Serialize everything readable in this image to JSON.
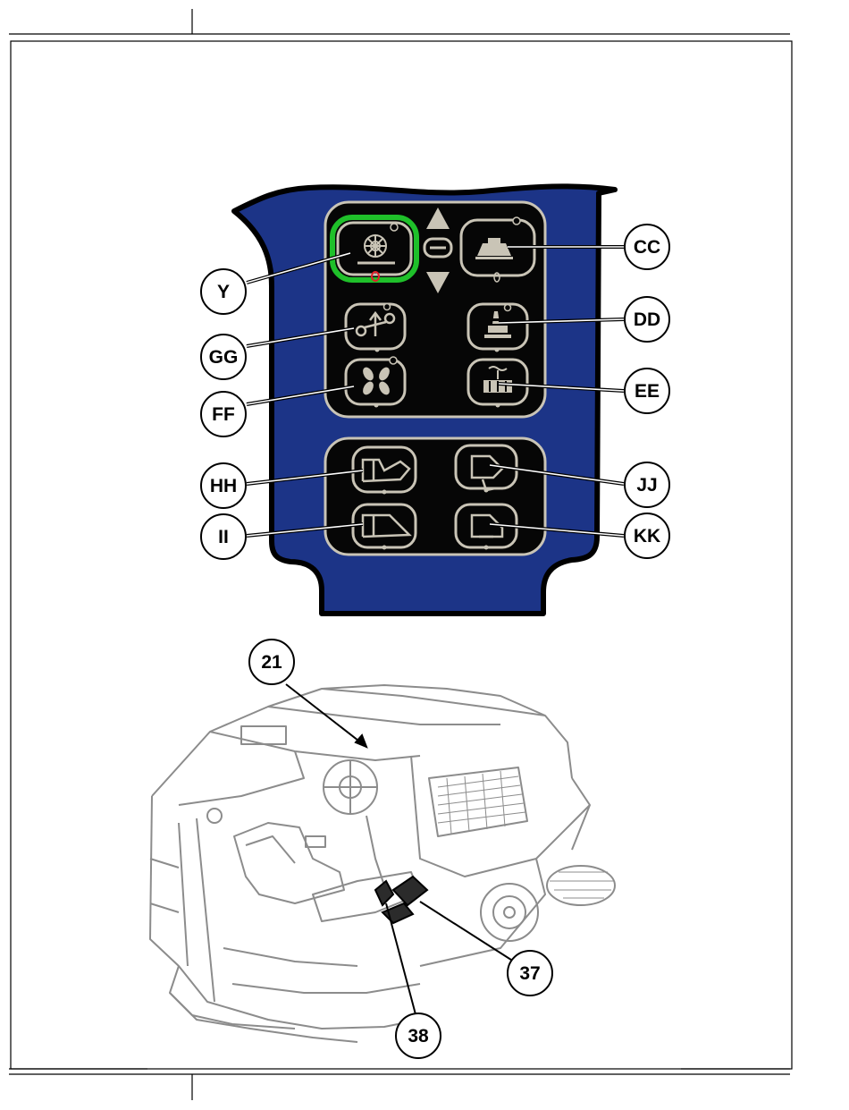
{
  "figure": {
    "panel_callouts": {
      "y": "Y",
      "gg": "GG",
      "ff": "FF",
      "hh": "HH",
      "ii": "II",
      "cc": "CC",
      "dd": "DD",
      "ee": "EE",
      "jj": "JJ",
      "kk": "KK"
    },
    "machine_callouts": {
      "c21": "21",
      "c37": "37",
      "c38": "38"
    },
    "icons": {
      "y": "brush-disc-icon",
      "cc": "scrub-deck-icon",
      "arrows": "raise-lower-arrows-icon",
      "gg": "side-brush-icon",
      "dd": "solution-spray-icon",
      "ff": "vacuum-fan-icon",
      "ee": "detergent-icon",
      "hh": "hopper-dump-icon",
      "jj": "hopper-door-open-icon",
      "ii": "hopper-lower-icon",
      "kk": "hopper-door-close-icon"
    },
    "colors": {
      "panel_blue": "#1c3487",
      "key_beige": "#c9c4b6",
      "active_green": "#1fc02a",
      "indicator_red": "#e0202a"
    }
  }
}
